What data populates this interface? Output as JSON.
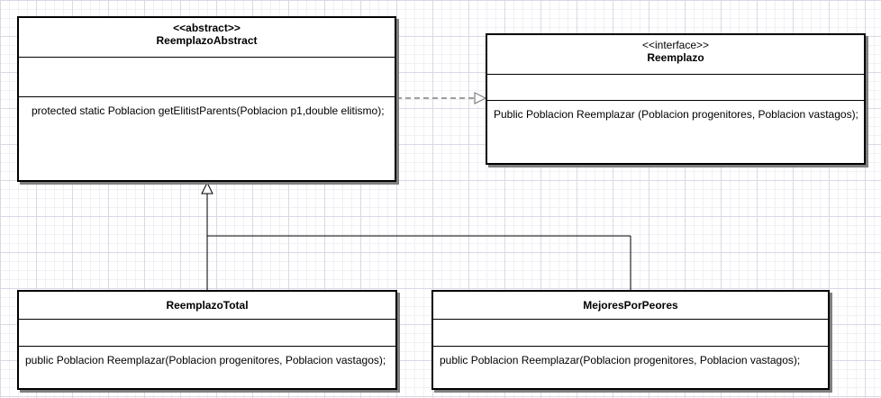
{
  "classes": {
    "reemplazo_abstract": {
      "stereotype": "<<abstract>>",
      "name": "ReemplazoAbstract",
      "method": "protected static Poblacion getElitistParents(Poblacion p1,double elitismo);"
    },
    "reemplazo": {
      "stereotype": "<<interface>>",
      "name": "Reemplazo",
      "method": "Public Poblacion Reemplazar (Poblacion progenitores, Poblacion vastagos);"
    },
    "reemplazo_total": {
      "name": "ReemplazoTotal",
      "method": "public Poblacion Reemplazar(Poblacion progenitores, Poblacion vastagos);"
    },
    "mejores_por_peores": {
      "name": "MejoresPorPeores",
      "method": "public Poblacion Reemplazar(Poblacion progenitores, Poblacion vastagos);"
    }
  },
  "relationships": [
    {
      "type": "realization",
      "from": "ReemplazoAbstract",
      "to": "Reemplazo"
    },
    {
      "type": "generalization",
      "from": "ReemplazoTotal",
      "to": "ReemplazoAbstract"
    },
    {
      "type": "generalization",
      "from": "MejoresPorPeores",
      "to": "ReemplazoAbstract"
    }
  ],
  "colors": {
    "line": "#000000",
    "dashed_line": "#7f7f7f",
    "shadow": "#7f7f7f",
    "grid": "#d9d9e6"
  }
}
